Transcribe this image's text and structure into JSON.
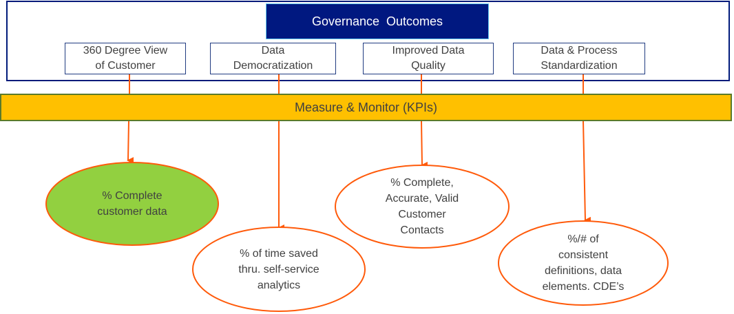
{
  "header": {
    "title": "Governance  Outcomes"
  },
  "outcomes": [
    {
      "label": "360 Degree View\nof Customer"
    },
    {
      "label": "Data\nDemocratization"
    },
    {
      "label": "Improved Data\nQuality"
    },
    {
      "label": "Data & Process\nStandardization"
    }
  ],
  "kpi_bar": {
    "label": "Measure & Monitor (KPIs)"
  },
  "kpis": [
    {
      "label": "% Complete\ncustomer data",
      "highlighted": true
    },
    {
      "label": "% of time saved\nthru. self-service\nanalytics",
      "highlighted": false
    },
    {
      "label": "% Complete,\nAccurate, Valid\nCustomer\nContacts",
      "highlighted": false
    },
    {
      "label": "%/# of\nconsistent\ndefinitions, data\nelements. CDE’s",
      "highlighted": false
    }
  ],
  "colors": {
    "title_bg": "#001880",
    "kpi_bar_bg": "#ffc000",
    "connector": "#ff5a0a",
    "highlight_fill": "#92d040",
    "outline": "#001a7a"
  }
}
